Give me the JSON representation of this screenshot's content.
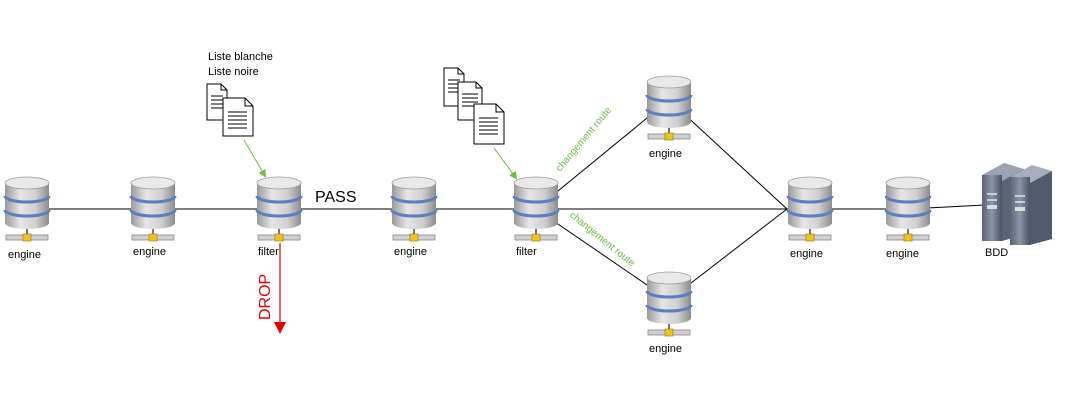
{
  "nodes": [
    {
      "id": "n1",
      "label": "engine"
    },
    {
      "id": "n2",
      "label": "engine"
    },
    {
      "id": "n3",
      "label": "filter"
    },
    {
      "id": "n4",
      "label": "engine"
    },
    {
      "id": "n5",
      "label": "filter"
    },
    {
      "id": "n6",
      "label": "engine"
    },
    {
      "id": "n7",
      "label": "engine"
    },
    {
      "id": "n8",
      "label": "engine"
    },
    {
      "id": "n9",
      "label": "engine"
    },
    {
      "id": "bdd",
      "label": "BDD"
    }
  ],
  "lists_label_1": "Liste blanche",
  "lists_label_2": "Liste noire",
  "pass_label": "PASS",
  "drop_label": "DROP",
  "route_label_top": "changement route",
  "route_label_bottom": "changement route",
  "colors": {
    "route_arrow": "#6dbb4a",
    "drop": "#e00000",
    "db_body": "#d4d4d4",
    "db_band": "#5b7fbf",
    "server": "#6f7a8c"
  }
}
